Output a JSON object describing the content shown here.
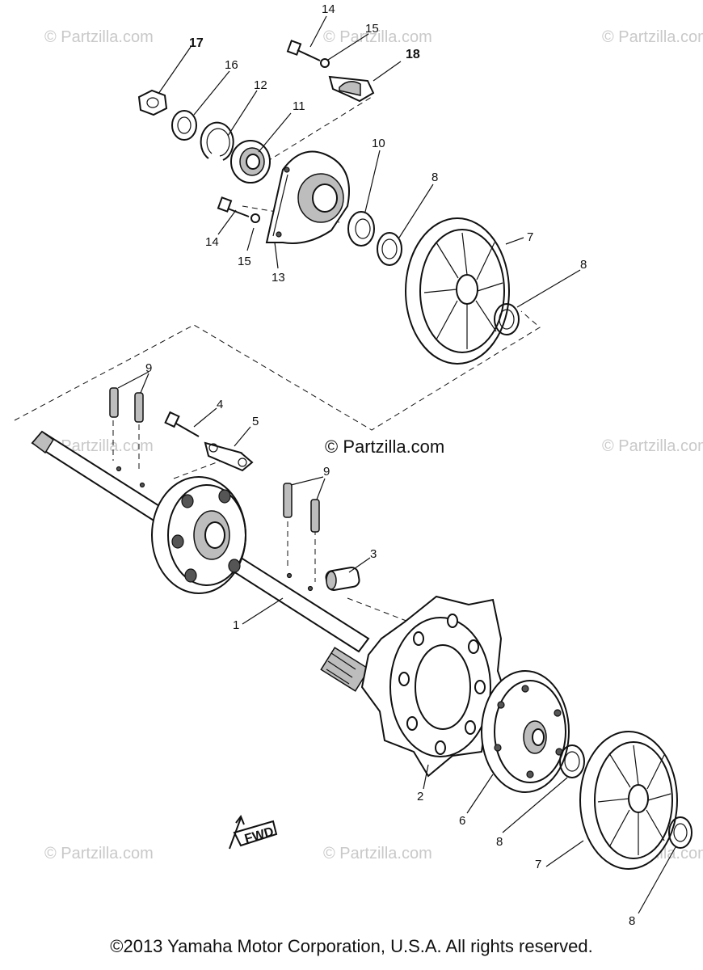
{
  "watermark": "© Partzilla.com",
  "main_watermark": "© Partzilla.com",
  "fwd_label": "FWD",
  "copyright": "©2013 Yamaha Motor Corporation, U.S.A. All rights reserved.",
  "callouts": {
    "c1": "1",
    "c2": "2",
    "c3": "3",
    "c4": "4",
    "c5": "5",
    "c6": "6",
    "c7a": "7",
    "c7b": "7",
    "c8a": "8",
    "c8b": "8",
    "c8c": "8",
    "c8d": "8",
    "c9a": "9",
    "c9b": "9",
    "c10": "10",
    "c11": "11",
    "c12": "12",
    "c13": "13",
    "c14a": "14",
    "c14b": "14",
    "c15a": "15",
    "c15b": "15",
    "c16": "16",
    "c17": "17",
    "c18": "18"
  }
}
